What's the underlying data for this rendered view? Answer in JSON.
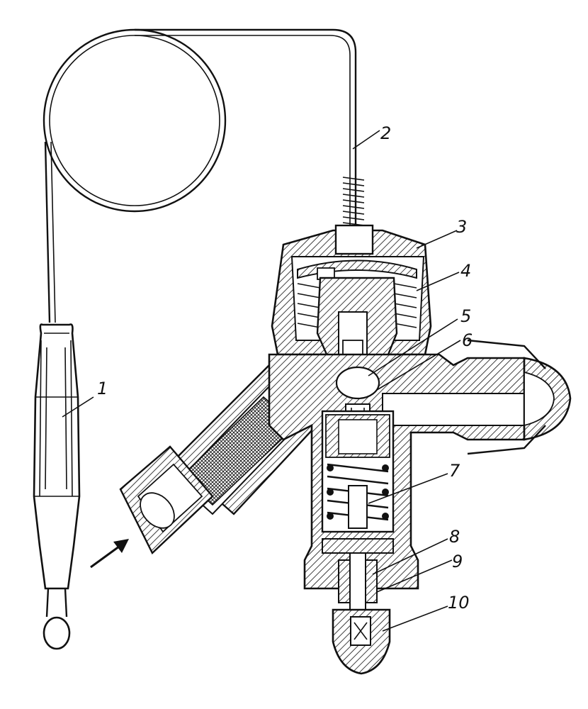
{
  "diagram": {
    "labels": [
      "1",
      "2",
      "3",
      "4",
      "5",
      "6",
      "7",
      "8",
      "9",
      "10"
    ],
    "colors": {
      "ink": "#111111",
      "paper": "#ffffff"
    }
  }
}
